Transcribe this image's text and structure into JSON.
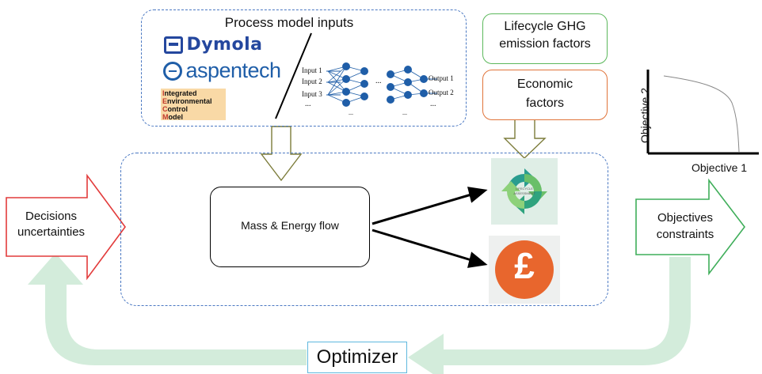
{
  "process_inputs": {
    "title": "Process model inputs",
    "logos": {
      "dymola": "Dymola",
      "aspentech": "aspentech",
      "iecm": [
        {
          "first": "I",
          "rest": "ntegrated"
        },
        {
          "first": "E",
          "rest": "nvironmental"
        },
        {
          "first": "C",
          "rest": "ontrol"
        },
        {
          "first": "M",
          "rest": "odel"
        }
      ]
    },
    "network": {
      "inputs": [
        "Input 1",
        "Input 2",
        "Input 3",
        "..."
      ],
      "outputs": [
        "Output 1",
        "Output 2",
        "..."
      ],
      "ellipses": [
        "...",
        "...",
        "..."
      ]
    }
  },
  "ghg_factors": {
    "label_line1": "Lifecycle GHG",
    "label_line2": "emission factors"
  },
  "economic_factors": {
    "label_line1": "Economic",
    "label_line2": "factors"
  },
  "mass_energy": {
    "label": "Mass & Energy flow"
  },
  "lifecycle_icon": {
    "center_text_line1": "LIFECYCLE",
    "center_text_line2": "ASSESSMENT"
  },
  "pound_icon": {
    "symbol": "£"
  },
  "decisions": {
    "line1": "Decisions",
    "line2": "uncertainties"
  },
  "objectives": {
    "line1": "Objectives",
    "line2": "constraints"
  },
  "pareto": {
    "xlabel": "Objective 1",
    "ylabel": "Objective 2"
  },
  "optimizer": {
    "label": "Optimizer"
  },
  "colors": {
    "dashed_border": "#4a78c2",
    "green_border": "#5cb85c",
    "orange_border": "#e0743a",
    "red_arrow": "#e23b3b",
    "green_arrow": "#3fae5a",
    "olive_arrow": "#7c7c3a",
    "loop_green": "#d3ecdb",
    "optimizer_border": "#5fb8de",
    "pound_orange": "#e8662d",
    "dymola_blue": "#24479e",
    "aspen_blue": "#1f5ea8",
    "iecm_bg": "#f9d9a6"
  }
}
